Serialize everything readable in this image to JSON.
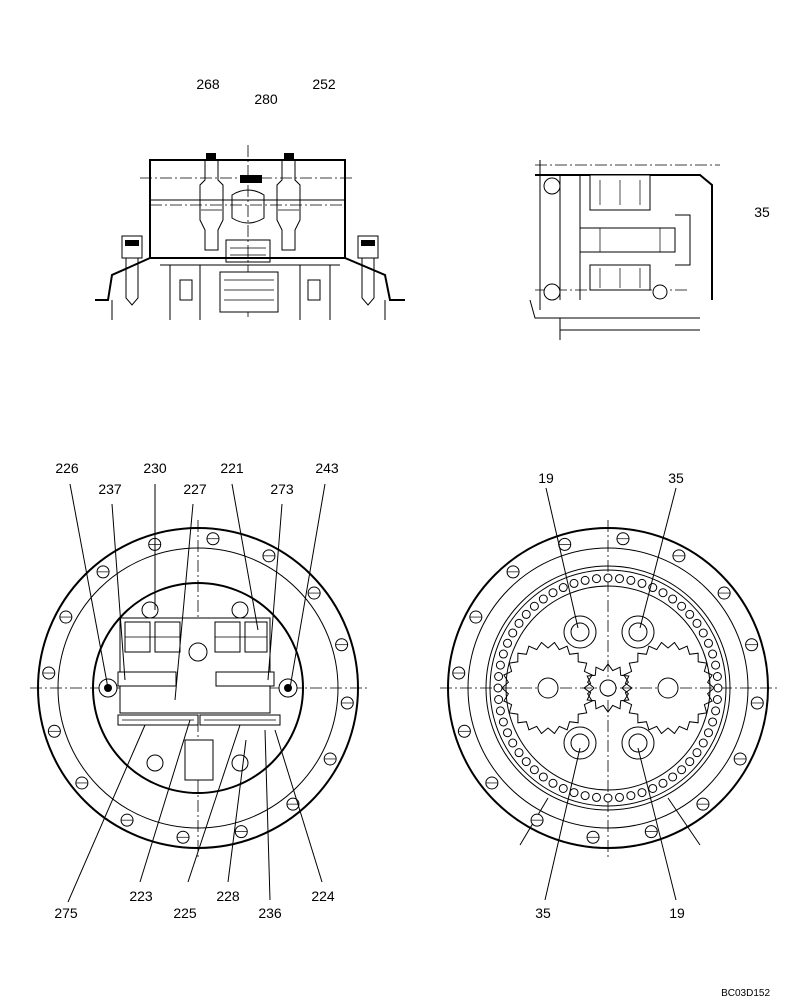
{
  "drawing_code": "BC03D152",
  "views": {
    "top_left": {
      "callouts": [
        {
          "id": "top-left-callout-268",
          "text": "268"
        },
        {
          "id": "top-left-callout-280",
          "text": "280"
        },
        {
          "id": "top-left-callout-252",
          "text": "252"
        }
      ]
    },
    "top_right": {
      "callouts": [
        {
          "id": "top-right-callout-35",
          "text": "35"
        }
      ]
    },
    "bottom_left": {
      "callouts": [
        {
          "id": "bottom-left-callout-226",
          "text": "226"
        },
        {
          "id": "bottom-left-callout-230",
          "text": "230"
        },
        {
          "id": "bottom-left-callout-221",
          "text": "221"
        },
        {
          "id": "bottom-left-callout-243",
          "text": "243"
        },
        {
          "id": "bottom-left-callout-237",
          "text": "237"
        },
        {
          "id": "bottom-left-callout-227",
          "text": "227"
        },
        {
          "id": "bottom-left-callout-273",
          "text": "273"
        },
        {
          "id": "bottom-left-callout-275",
          "text": "275"
        },
        {
          "id": "bottom-left-callout-223",
          "text": "223"
        },
        {
          "id": "bottom-left-callout-225",
          "text": "225"
        },
        {
          "id": "bottom-left-callout-228",
          "text": "228"
        },
        {
          "id": "bottom-left-callout-236",
          "text": "236"
        },
        {
          "id": "bottom-left-callout-224",
          "text": "224"
        }
      ]
    },
    "bottom_right": {
      "callouts": [
        {
          "id": "bottom-right-callout-19-top",
          "text": "19"
        },
        {
          "id": "bottom-right-callout-35-top",
          "text": "35"
        },
        {
          "id": "bottom-right-callout-35-bottom",
          "text": "35"
        },
        {
          "id": "bottom-right-callout-19-bottom",
          "text": "19"
        }
      ]
    }
  }
}
